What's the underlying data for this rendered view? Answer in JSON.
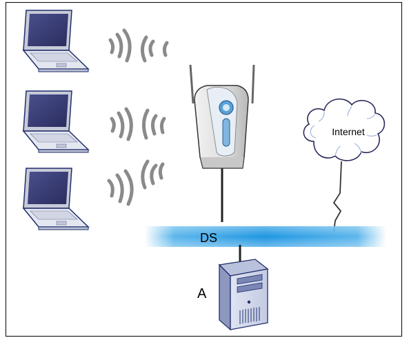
{
  "diagram": {
    "cloud_label": "Internet",
    "backbone_label": "DS",
    "server_label": "A"
  },
  "colors": {
    "backbone": "#3fa9e8",
    "laptop_screen": "#3a3f78",
    "laptop_body": "#e4e7f0",
    "waves": "#808080",
    "ap_accent": "#5aa0d8"
  }
}
